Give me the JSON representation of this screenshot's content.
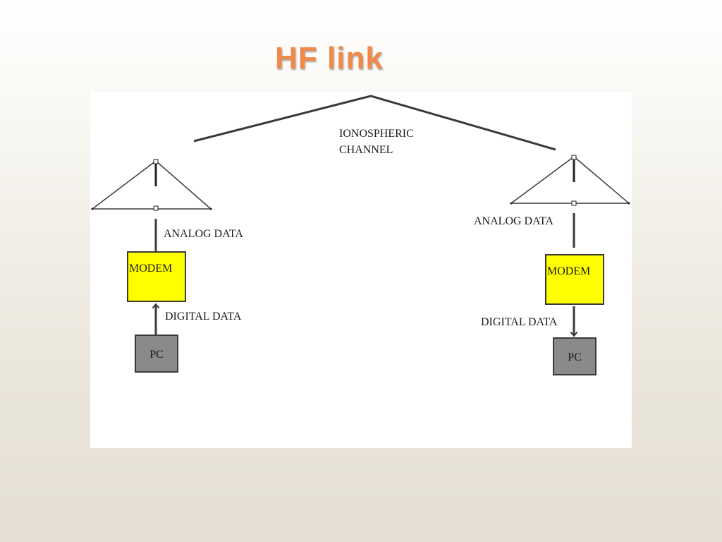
{
  "slide": {
    "title": "HF link"
  },
  "diagram": {
    "channel_label_line1": "IONOSPHERIC",
    "channel_label_line2": "CHANNEL",
    "left": {
      "analog_label": "ANALOG DATA",
      "modem_label": "MODEM",
      "digital_label": "DIGITAL DATA",
      "pc_label": "PC"
    },
    "right": {
      "analog_label": "ANALOG DATA",
      "modem_label": "MODEM",
      "digital_label": "DIGITAL DATA",
      "pc_label": "PC"
    }
  },
  "colors": {
    "title": "#f0894a",
    "modem": "#ffff00",
    "pc": "#8a8a8a",
    "lines": "#3a3a3a"
  }
}
